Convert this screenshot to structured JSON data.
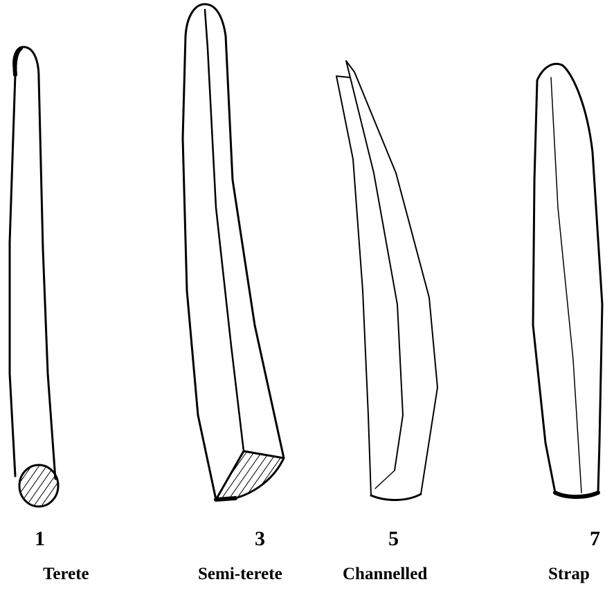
{
  "figure": {
    "leaves": [
      {
        "number": "1",
        "name": "Terete"
      },
      {
        "number": "3",
        "name": "Semi-terete"
      },
      {
        "number": "5",
        "name": "Channelled"
      },
      {
        "number": "7",
        "name": "Strap"
      }
    ],
    "colors": {
      "ink": "#000000",
      "background": "#ffffff"
    }
  }
}
